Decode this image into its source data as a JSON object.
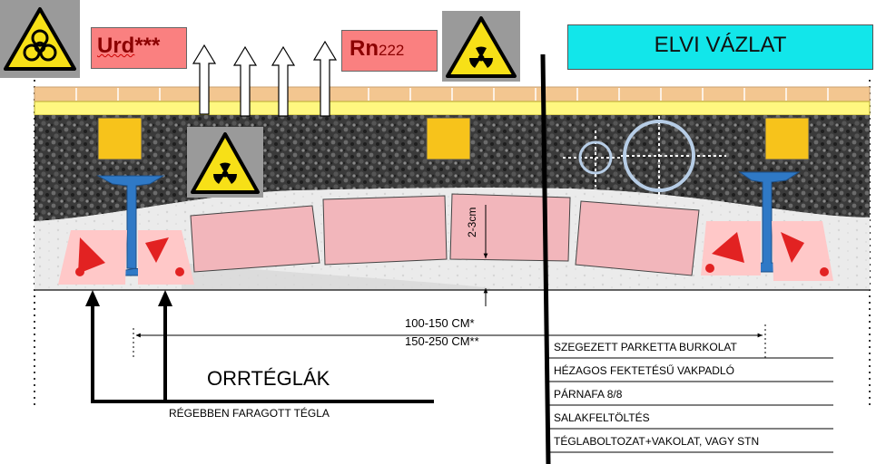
{
  "title": "ELVI VÁZLAT",
  "hazard_labels": {
    "urd_main": "Urd",
    "urd_stars": "***",
    "rn_main": "Rn",
    "rn_mass": "222"
  },
  "dimensions": {
    "thickness": "2-3cm",
    "span_1": "100-150 CM*",
    "span_2": "150-250 CM**"
  },
  "labels": {
    "edge_bricks": "ORRTÉGLÁK",
    "carved_brick": "RÉGEBBEN FARAGOTT TÉGLA"
  },
  "layers": [
    "SZEGEZETT PARKETTA BURKOLAT",
    "HÉZAGOS FEKTETÉSŰ VAKPADLÓ",
    "PÁRNAFA 8/8",
    "SALAKFELTÖLTÉS",
    "TÉGLABOLTOZAT+VAKOLAT, VAGY STN"
  ],
  "icons": {
    "biohazard": "biohazard-icon",
    "radiation": "radiation-icon",
    "crosshair": "crosshair-icon"
  },
  "colors": {
    "parquet": "#f3c690",
    "subfloor": "#fff780",
    "nailer": "#f7c31b",
    "beam": "#2f79c6",
    "brick": "#f2b6bb",
    "brick_edge": "#ffc8c8",
    "title_bg": "#12e6ea",
    "hazard_box": "#fa8080",
    "hazard_yellow": "#f7e017"
  }
}
